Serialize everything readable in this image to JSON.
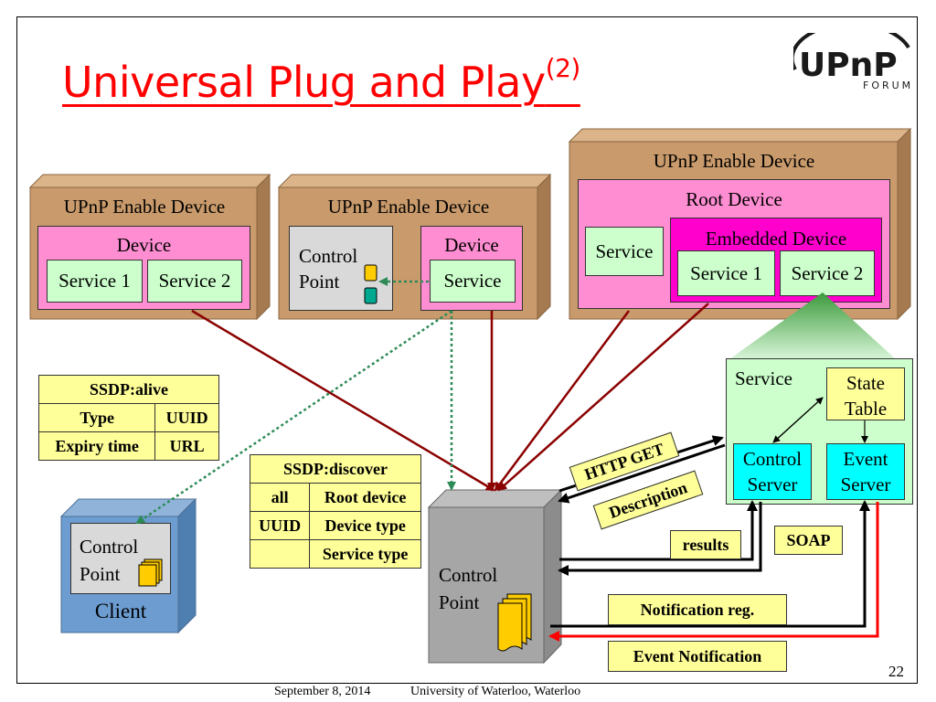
{
  "title": {
    "text": "Universal Plug and Play",
    "superscript": "(2)"
  },
  "logo": {
    "brand": "UPnP",
    "sub": "FORUM"
  },
  "devices": {
    "left": {
      "header": "UPnP Enable Device",
      "device_label": "Device",
      "services": [
        "Service 1",
        "Service 2"
      ]
    },
    "middle": {
      "header": "UPnP Enable Device",
      "control_point": "Control Point",
      "device_label": "Device",
      "service": "Service"
    },
    "right": {
      "header": "UPnP Enable Device",
      "root": "Root Device",
      "service": "Service",
      "embedded": "Embedded Device",
      "services": [
        "Service 1",
        "Service 2"
      ]
    }
  },
  "ssdp_alive": {
    "title": "SSDP:alive",
    "rows": [
      [
        "Type",
        "UUID"
      ],
      [
        "Expiry time",
        "URL"
      ]
    ]
  },
  "ssdp_discover": {
    "title": "SSDP:discover",
    "rows": [
      [
        "all",
        "Root device"
      ],
      [
        "UUID",
        "Device type"
      ],
      [
        "",
        "Service type"
      ]
    ]
  },
  "client": {
    "control_point": "Control Point",
    "label": "Client"
  },
  "control_point_main": {
    "label": "Control Point"
  },
  "service_detail": {
    "service": "Service",
    "state_table": "State Table",
    "control_server": "Control Server",
    "event_server": "Event Server"
  },
  "messages": {
    "http_get": "HTTP GET",
    "description": "Description",
    "results": "results",
    "soap": "SOAP",
    "notification_reg": "Notification reg.",
    "event_notification": "Event Notification"
  },
  "page_number": "22",
  "footer": {
    "date": "September 8, 2014",
    "org": "University of Waterloo, Waterloo"
  },
  "colors": {
    "title": "#ff0000",
    "device_box": "#c99a6b",
    "pink": "#ff8dd2",
    "magenta": "#ff00cc",
    "service_green": "#ccffcc",
    "server_cyan": "#00ffff",
    "note_yellow": "#ffff99",
    "arrow_dark_red": "#8b0000",
    "dotted_green": "#2e8b57"
  }
}
